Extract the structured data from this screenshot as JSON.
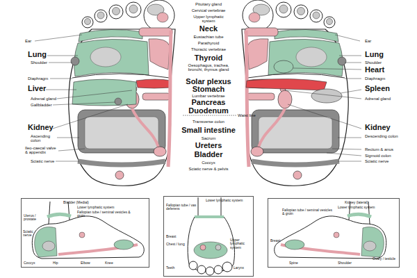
{
  "diagram": {
    "nodes": [
      {
        "text": [
          "Bladder (Medial)",
          "Lower lymphatic system",
          "Fallopian tube / seminal vesicles & groin",
          "Uterus / prostate",
          "Coccyx",
          "Hip",
          "Sciatic nerve",
          "Elbow",
          "Knee"
        ]
      },
      {
        "text": [
          "Lower lymphatic system",
          "Fallopian tube / vas deferens",
          "Breast",
          "Chest / lung",
          "Upper lymphatic system",
          "Teeth",
          "Larynx"
        ]
      },
      {
        "text": [
          "Kidney (lateral)",
          "Lower lymphatic system",
          "Fallopian tube / seminal vesicles & groin",
          "Breast",
          "Spine",
          "Shoulder",
          "Ovary / testicle"
        ]
      }
    ],
    "labels": [
      "Pituitary gland",
      "Cervical vertebrae",
      "Upper lymphatic system",
      "Ear",
      "Ear",
      "Neck",
      "Eustachian tube",
      "Parathyroid",
      "Thoracic vertebrae",
      "Lung",
      "Lung",
      "Thyroid",
      "Shoulder",
      "Shoulder",
      "Heart",
      "Oesophagus, trachea, bronchi, thymus gland",
      "Diaphragm",
      "Diaphragm",
      "Solar plexus",
      "Liver",
      "Spleen",
      "Stomach",
      "Lumbar vertebrae",
      "Adrenal gland",
      "Adrenal gland",
      "Pancreas",
      "Gallbladder",
      "Duodenum",
      "Waist line",
      "Transverse colon",
      "Kidney",
      "Kidney",
      "Small intestine",
      "Ascending colon",
      "Descending colon",
      "Sacrum",
      "Ureters",
      "Ileo-caecal valve & appendix",
      "Rectum & anus",
      "Bladder",
      "Sigmoid colon",
      "Sciatic nerve",
      "Sciatic nerve",
      "Coccyx",
      "Sciatic nerve & pelvis"
    ]
  }
}
